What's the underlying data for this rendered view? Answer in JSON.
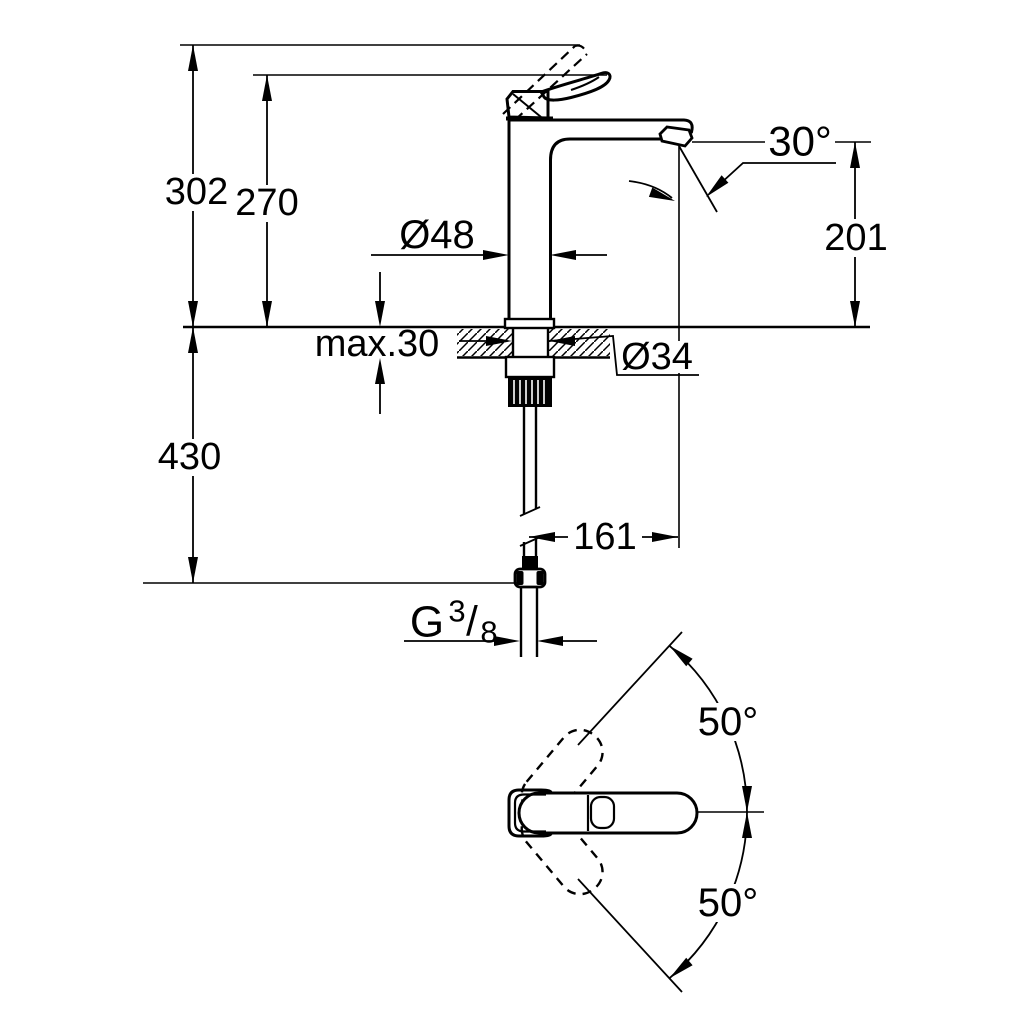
{
  "drawing": {
    "background": "#ffffff",
    "line_color": "#000000",
    "side_view": {
      "dimensions": {
        "overall_height_raised_handle": "302",
        "handle_height": "270",
        "spout_outlet_height": "201",
        "spout_outlet_angle": "30°",
        "body_diameter": "Ø48",
        "max_mounting_thickness": "max.30",
        "mounting_hole_diameter": "Ø34",
        "supply_connection_length": "430",
        "spout_projection": "161"
      },
      "thread_label": {
        "prefix": "G",
        "numerator": "3",
        "slash": "/",
        "denominator": "8"
      }
    },
    "top_view": {
      "dimensions": {
        "handle_swivel_upper": "50°",
        "handle_swivel_lower": "50°"
      }
    }
  }
}
